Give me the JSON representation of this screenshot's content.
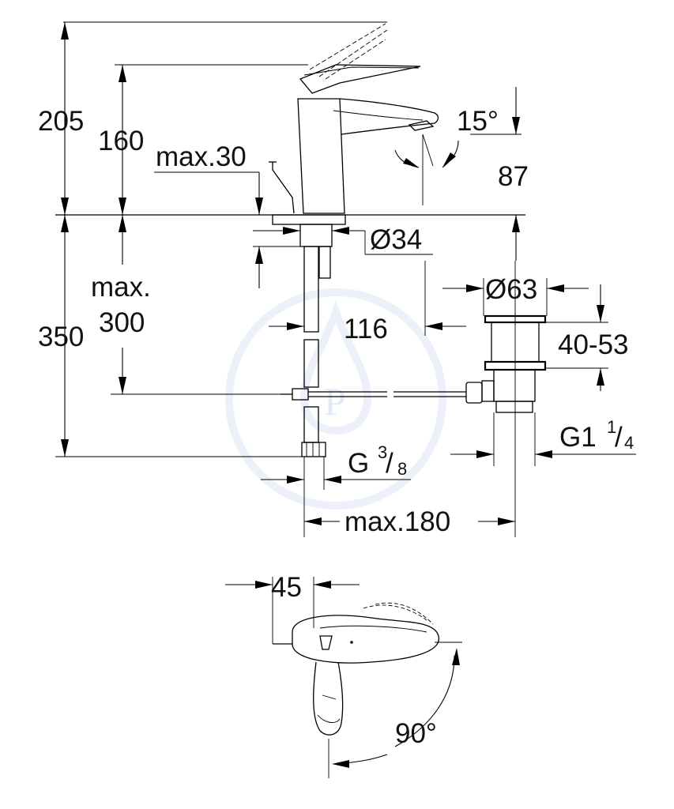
{
  "drawing": {
    "dimensions": {
      "total_height": "205",
      "spout_height": "160",
      "max_deck_thickness": "max.30",
      "spout_angle": "15°",
      "outlet_height": "87",
      "hole_diameter": "Ø34",
      "waste_diameter": "Ø63",
      "max_label": "max.",
      "pipe_length": "300",
      "below_deck": "350",
      "centre_distance": "116",
      "waste_range": "40-53",
      "waste_thread": {
        "main": "G1",
        "num": "1",
        "den": "4"
      },
      "supply_thread": {
        "main": "G",
        "num": "3",
        "den": "8"
      },
      "max_reach": "max.180",
      "lever_offset": "45",
      "lever_rotation": "90°"
    },
    "watermark": "P"
  }
}
